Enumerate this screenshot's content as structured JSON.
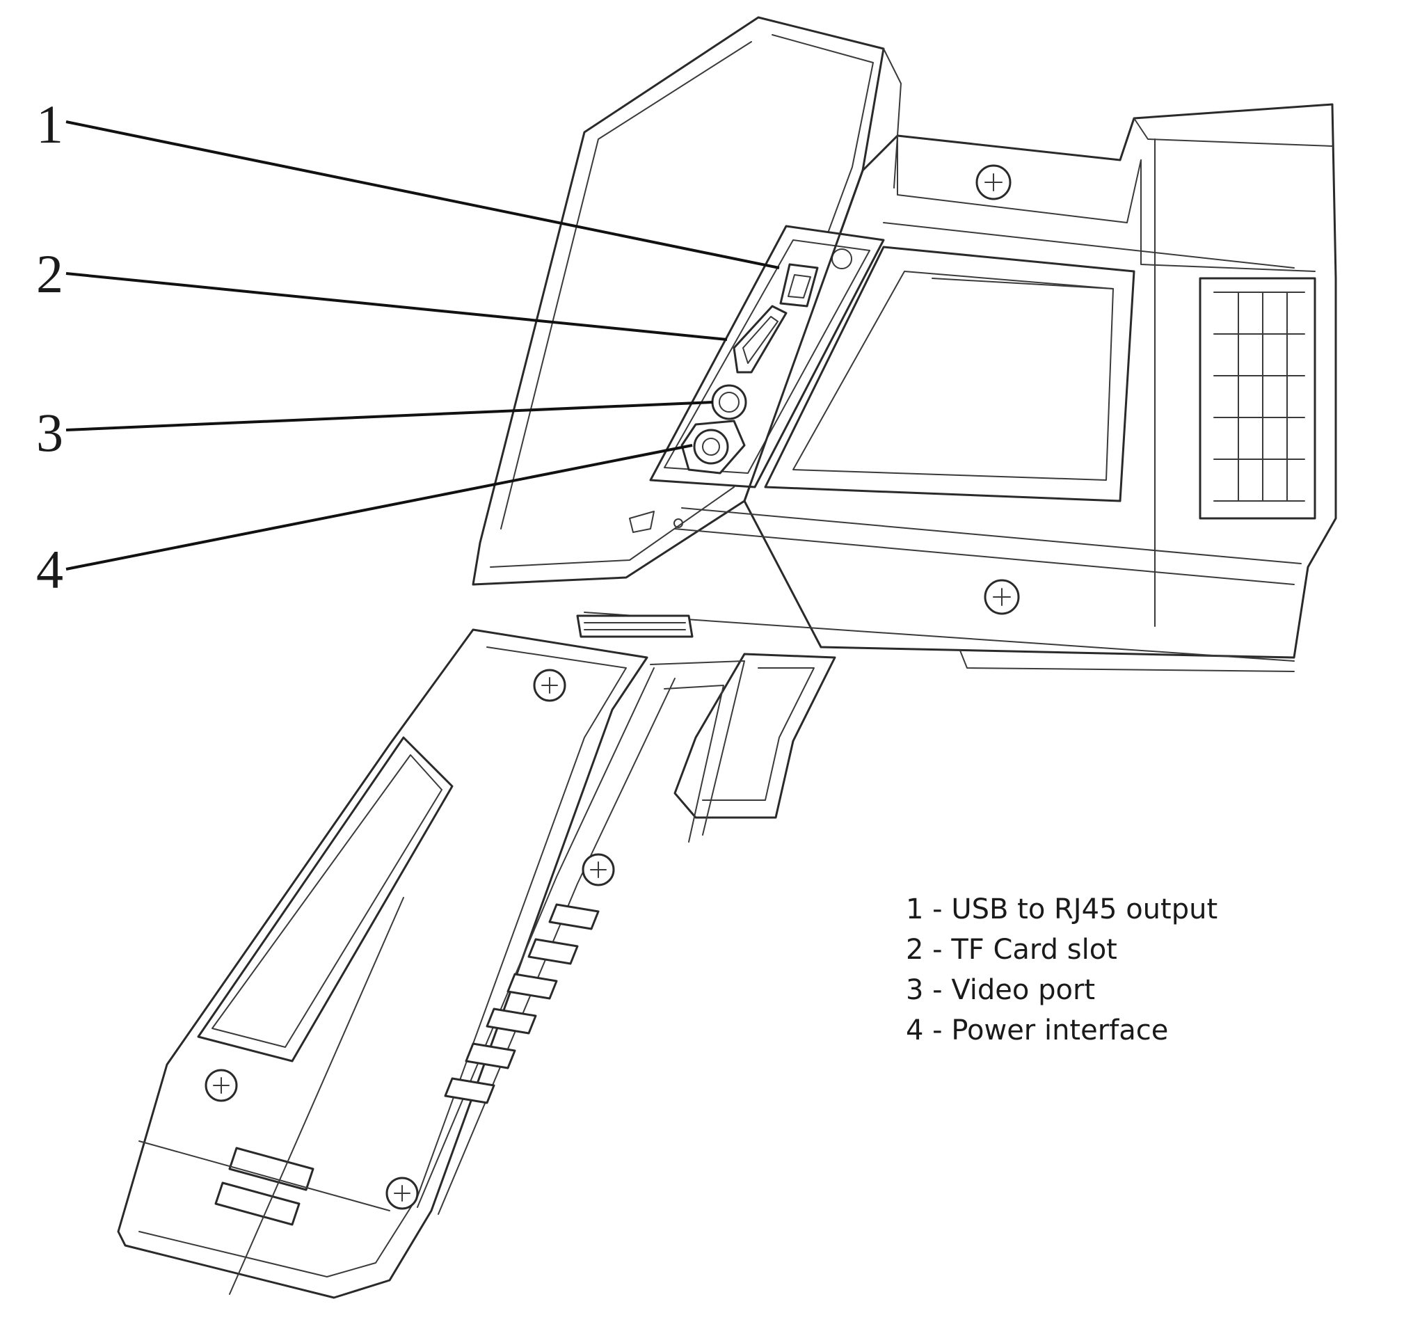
{
  "callouts": [
    {
      "number": "1",
      "label": "1 - USB to RJ45 output",
      "part": "usb-to-rj45-port"
    },
    {
      "number": "2",
      "label": "2 - TF Card slot",
      "part": "tf-card-slot"
    },
    {
      "number": "3",
      "label": "3 - Video port",
      "part": "video-port"
    },
    {
      "number": "4",
      "label": "4 - Power interface",
      "part": "power-port"
    }
  ],
  "colors": {
    "ink": "#2a2a2a",
    "background": "#ffffff"
  }
}
